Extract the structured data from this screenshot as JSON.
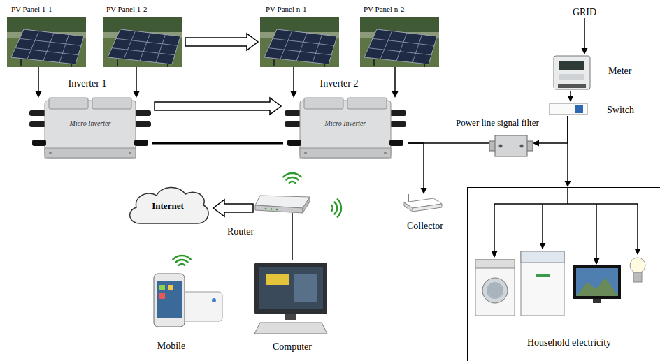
{
  "diagram": {
    "nodes": [
      {
        "text": [
          "PV Panel 1-1"
        ]
      },
      {
        "text": [
          "PV Panel 1-2"
        ]
      },
      {
        "text": [
          "PV Panel n-1"
        ]
      },
      {
        "text": [
          "PV Panel n-2"
        ]
      },
      {
        "text": [
          "GRID"
        ]
      },
      {
        "text": [
          "Inverter 1",
          "Micro Inverter"
        ]
      },
      {
        "text": [
          "Inverter 2",
          "Micro Inverter"
        ]
      },
      {
        "text": [
          "Meter"
        ]
      },
      {
        "text": [
          "Switch"
        ]
      },
      {
        "text": [
          "Power line signal filter"
        ]
      },
      {
        "text": [
          "Collector"
        ]
      },
      {
        "text": [
          "Router"
        ]
      },
      {
        "text": [
          "Internet"
        ]
      },
      {
        "text": [
          "Mobile"
        ]
      },
      {
        "text": [
          "Computer"
        ]
      },
      {
        "text": [
          "Household electricity"
        ]
      }
    ],
    "edges": [
      {
        "from": 0,
        "to": 5,
        "arrow": "to"
      },
      {
        "from": 1,
        "to": 5,
        "arrow": "to"
      },
      {
        "from": 2,
        "to": 6,
        "arrow": "to"
      },
      {
        "from": 3,
        "to": 6,
        "arrow": "to"
      },
      {
        "from": 1,
        "to": 2,
        "arrow": "to"
      },
      {
        "from": 5,
        "to": 6,
        "arrow": "to"
      },
      {
        "from": 5,
        "to": 6,
        "arrow": "none"
      },
      {
        "from": 6,
        "to": 9,
        "arrow": "none"
      },
      {
        "from": 6,
        "to": 10,
        "arrow": "to"
      },
      {
        "from": 4,
        "to": 7,
        "arrow": "to"
      },
      {
        "from": 7,
        "to": 8,
        "arrow": "to"
      },
      {
        "from": 8,
        "to": 9,
        "arrow": "to"
      },
      {
        "from": 8,
        "to": 15,
        "arrow": "to"
      },
      {
        "from": 11,
        "to": 12,
        "arrow": "to"
      },
      {
        "from": 11,
        "to": 14,
        "arrow": "none"
      }
    ]
  }
}
